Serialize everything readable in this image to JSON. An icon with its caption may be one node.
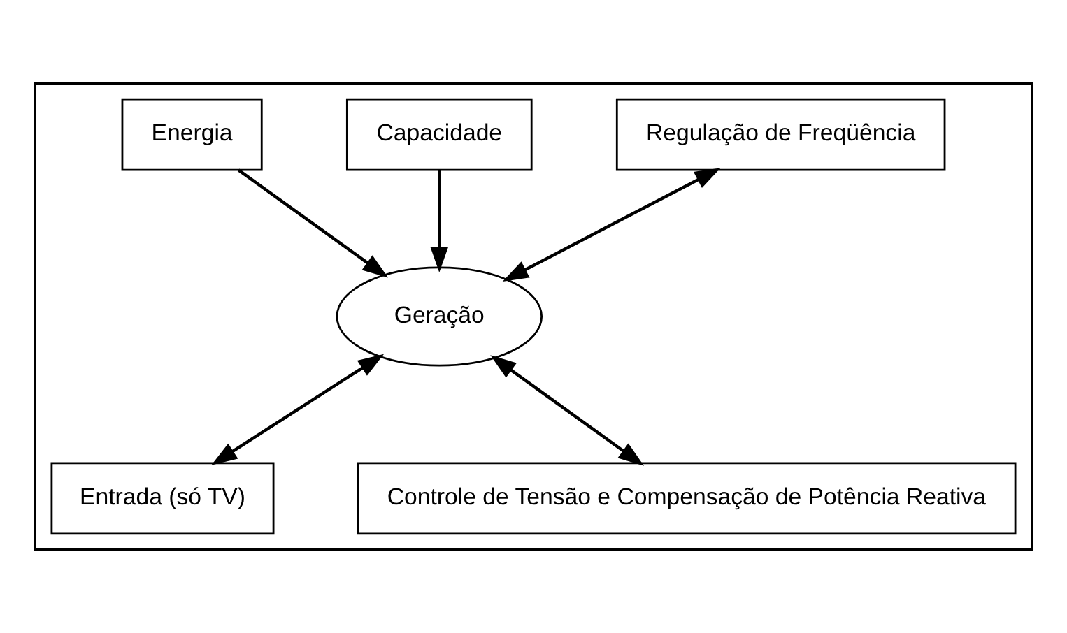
{
  "diagram": {
    "nodes": [
      {
        "text": [],
        "shape": "box"
      },
      {
        "text": [
          "Energia"
        ],
        "in": 0
      },
      {
        "text": [
          "Capacidade"
        ],
        "in": 0
      },
      {
        "text": [
          "Regulação de Freqüência"
        ],
        "in": 0
      },
      {
        "text": [
          "Geração"
        ],
        "in": 0
      },
      {
        "text": [
          "Entrada (só TV)"
        ],
        "in": 0
      },
      {
        "text": [
          "Controle de Tensão e Compensação de Potência Reativa"
        ],
        "in": 0
      }
    ],
    "edges": [
      {
        "from": 1,
        "to": 4,
        "arrow": "to"
      },
      {
        "from": 2,
        "to": 4,
        "arrow": "to"
      },
      {
        "from": 3,
        "to": 4,
        "arrow": "both"
      },
      {
        "from": 4,
        "to": 5,
        "arrow": "both"
      },
      {
        "from": 4,
        "to": 6,
        "arrow": "both"
      }
    ]
  }
}
